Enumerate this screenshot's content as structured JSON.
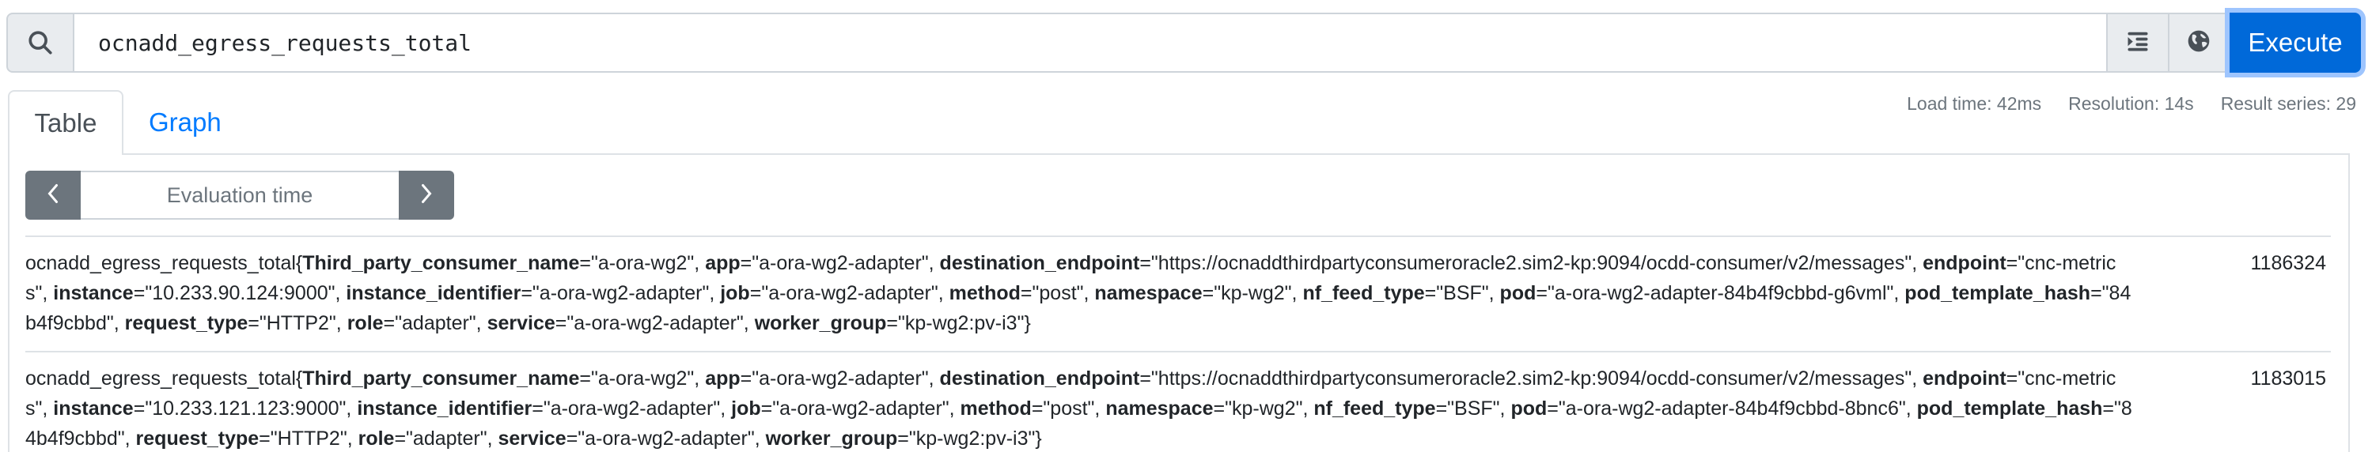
{
  "query": {
    "expression": "ocnadd_egress_requests_total",
    "search_icon": "search-icon",
    "format_icon": "format-indent-icon",
    "metrics_explorer_icon": "globe-icon",
    "execute_label": "Execute"
  },
  "tabs": [
    {
      "label": "Table",
      "active": true
    },
    {
      "label": "Graph",
      "active": false
    }
  ],
  "stats": {
    "load_time": "Load time: 42ms",
    "resolution": "Resolution: 14s",
    "result_series": "Result series: 29"
  },
  "evaluation": {
    "prev_icon": "chevron-left-icon",
    "next_icon": "chevron-right-icon",
    "placeholder": "Evaluation time"
  },
  "results": [
    {
      "metric": "ocnadd_egress_requests_total",
      "labels": [
        {
          "k": "Third_party_consumer_name",
          "v": "a-ora-wg2"
        },
        {
          "k": "app",
          "v": "a-ora-wg2-adapter"
        },
        {
          "k": "destination_endpoint",
          "v": "https://ocnaddthirdpartyconsumeroracle2.sim2-kp:9094/ocdd-consumer/v2/messages"
        },
        {
          "k": "endpoint",
          "v": "cnc-metrics"
        },
        {
          "k": "instance",
          "v": "10.233.90.124:9000"
        },
        {
          "k": "instance_identifier",
          "v": "a-ora-wg2-adapter"
        },
        {
          "k": "job",
          "v": "a-ora-wg2-adapter"
        },
        {
          "k": "method",
          "v": "post"
        },
        {
          "k": "namespace",
          "v": "kp-wg2"
        },
        {
          "k": "nf_feed_type",
          "v": "BSF"
        },
        {
          "k": "pod",
          "v": "a-ora-wg2-adapter-84b4f9cbbd-g6vml"
        },
        {
          "k": "pod_template_hash",
          "v": "84b4f9cbbd"
        },
        {
          "k": "request_type",
          "v": "HTTP2"
        },
        {
          "k": "role",
          "v": "adapter"
        },
        {
          "k": "service",
          "v": "a-ora-wg2-adapter"
        },
        {
          "k": "worker_group",
          "v": "kp-wg2:pv-i3"
        }
      ],
      "value": "1186324"
    },
    {
      "metric": "ocnadd_egress_requests_total",
      "labels": [
        {
          "k": "Third_party_consumer_name",
          "v": "a-ora-wg2"
        },
        {
          "k": "app",
          "v": "a-ora-wg2-adapter"
        },
        {
          "k": "destination_endpoint",
          "v": "https://ocnaddthirdpartyconsumeroracle2.sim2-kp:9094/ocdd-consumer/v2/messages"
        },
        {
          "k": "endpoint",
          "v": "cnc-metrics"
        },
        {
          "k": "instance",
          "v": "10.233.121.123:9000"
        },
        {
          "k": "instance_identifier",
          "v": "a-ora-wg2-adapter"
        },
        {
          "k": "job",
          "v": "a-ora-wg2-adapter"
        },
        {
          "k": "method",
          "v": "post"
        },
        {
          "k": "namespace",
          "v": "kp-wg2"
        },
        {
          "k": "nf_feed_type",
          "v": "BSF"
        },
        {
          "k": "pod",
          "v": "a-ora-wg2-adapter-84b4f9cbbd-8bnc6"
        },
        {
          "k": "pod_template_hash",
          "v": "84b4f9cbbd"
        },
        {
          "k": "request_type",
          "v": "HTTP2"
        },
        {
          "k": "role",
          "v": "adapter"
        },
        {
          "k": "service",
          "v": "a-ora-wg2-adapter"
        },
        {
          "k": "worker_group",
          "v": "kp-wg2:pv-i3"
        }
      ],
      "value": "1183015"
    }
  ],
  "colors": {
    "execute_bg": "#0069d9",
    "link": "#007bff",
    "muted": "#6c757d",
    "border": "#dee2e6"
  }
}
